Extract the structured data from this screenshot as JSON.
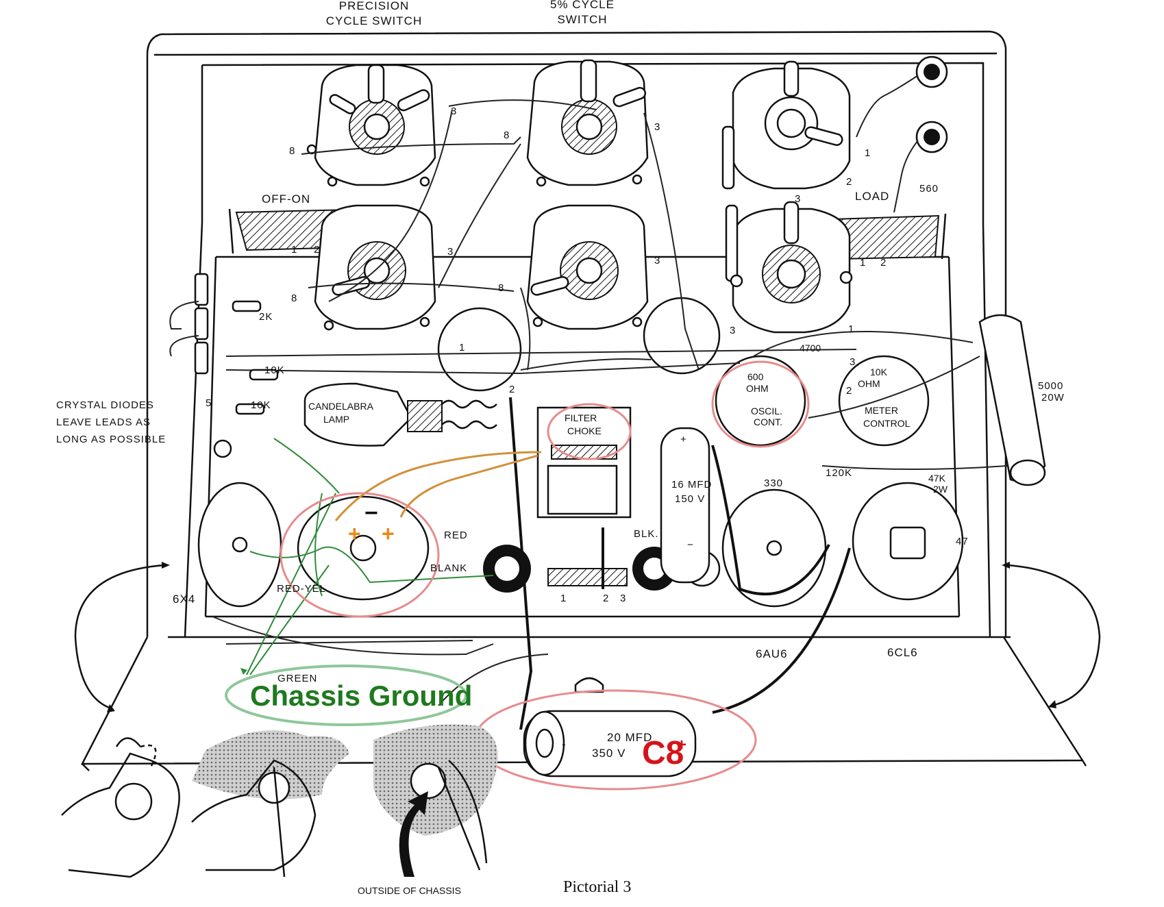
{
  "labels": {
    "precision_switch_1": "PRECISION",
    "precision_switch_2": "CYCLE SWITCH",
    "five_pct_switch_1": "5% CYCLE",
    "five_pct_switch_2": "SWITCH",
    "off_on": "OFF-ON",
    "load": "LOAD",
    "r560": "560",
    "r2k": "2K",
    "r10k_a": "10K",
    "r10k_b": "10K",
    "crystal_1": "CRYSTAL DIODES",
    "crystal_2": "LEAVE LEADS AS",
    "crystal_3": "LONG AS POSSIBLE",
    "lamp_1": "CANDELABRA",
    "lamp_2": "LAMP",
    "choke_1": "FILTER",
    "choke_2": "CHOKE",
    "oscil_1": "600",
    "oscil_2": "OHM",
    "oscil_3": "OSCIL.",
    "oscil_4": "CONT.",
    "meter_1": "10K",
    "meter_2": "OHM",
    "meter_3": "METER",
    "meter_4": "CONTROL",
    "r4700": "4700",
    "r5000_1": "5000",
    "r5000_2": "20W",
    "cap16_1": "16 MFD",
    "cap16_2": "150 V",
    "r330": "330",
    "r120k": "120K",
    "r47k_1": "47K",
    "r47k_2": "2W",
    "r47": "47",
    "red": "RED",
    "blank": "BLANK",
    "red_yel": "RED-YEL.",
    "blk": "BLK.",
    "green": "GREEN",
    "tube_6x4": "6X4",
    "tube_6au6": "6AU6",
    "tube_6cl6": "6CL6",
    "cap20_1": "20 MFD",
    "cap20_2": "350 V",
    "outside": "OUTSIDE OF CHASSIS",
    "caption": "Pictorial 3",
    "pin_3": "3",
    "pin_8": "8",
    "pin_1": "1",
    "pin_2": "2",
    "pin_5": "5",
    "plus": "+",
    "minus": "−",
    "neg": "-"
  },
  "annotations": {
    "chassis_ground": "Chassis Ground",
    "c8": "C8",
    "c8_sup": "+",
    "plus_sign": "+",
    "minus_sign": "−"
  },
  "colors": {
    "annotation_red": "#d4141a",
    "annotation_green": "#1e7a1e",
    "highlight_orange": "#d2903a",
    "circle_pink": "#e88a8c"
  }
}
